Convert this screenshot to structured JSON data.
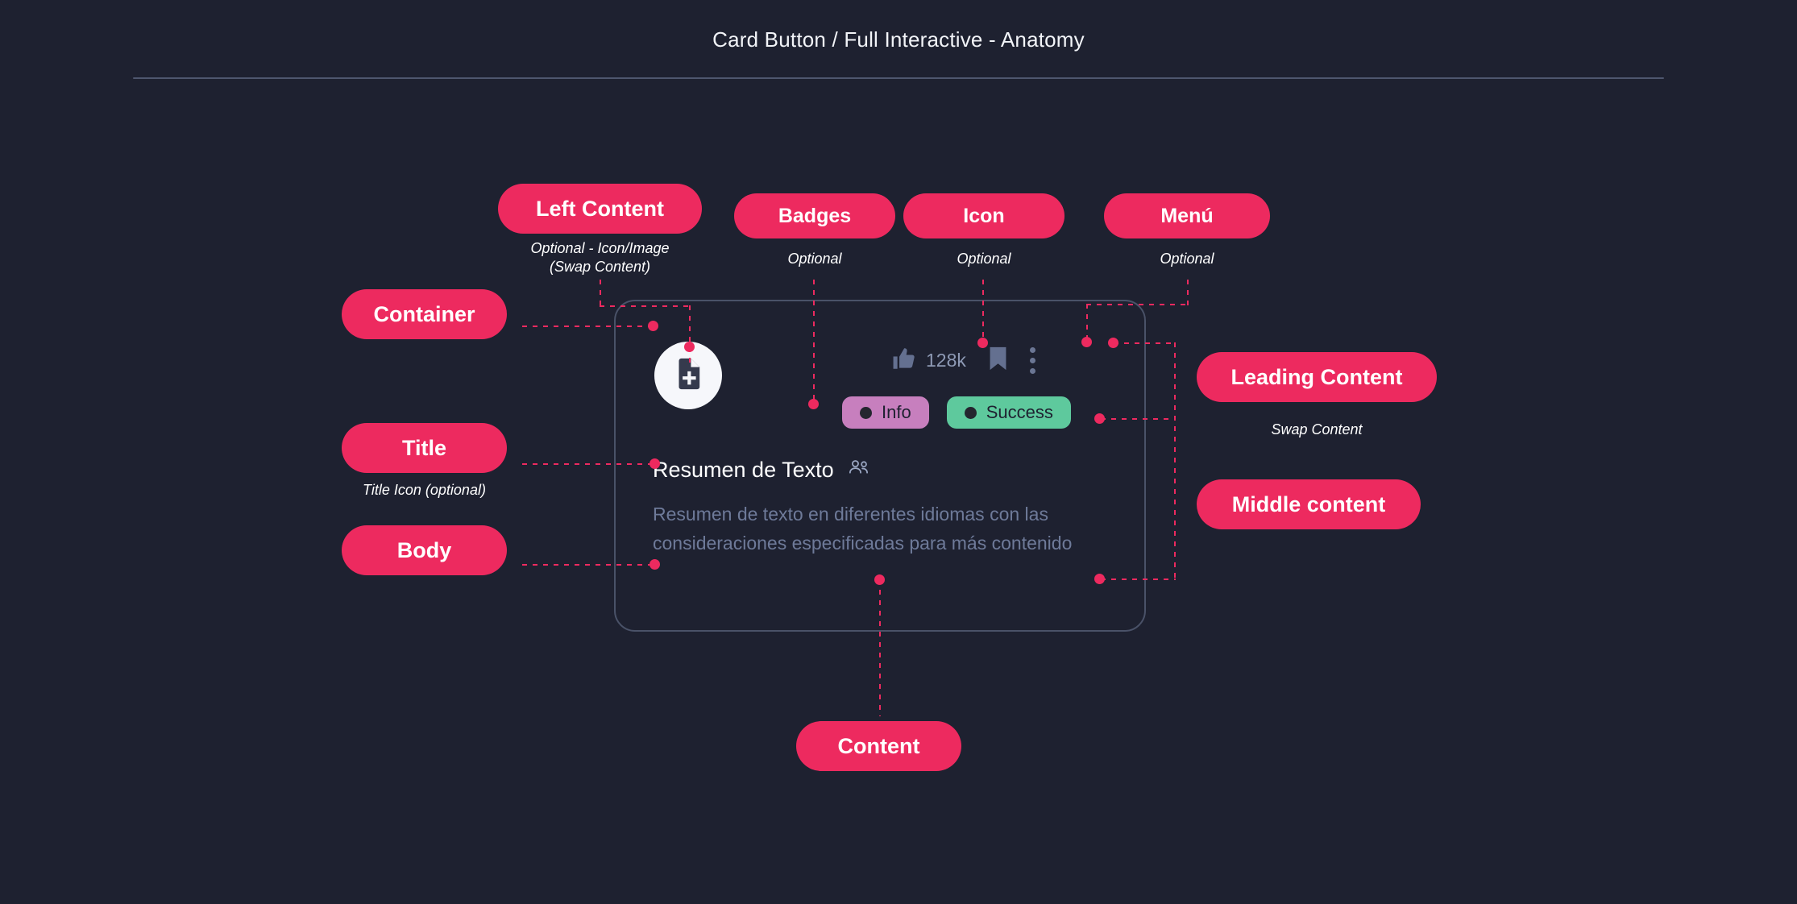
{
  "header": {
    "title": "Card Button / Full Interactive - Anatomy"
  },
  "theme": {
    "background": "#1e2130",
    "accent_pink": "#ed2a5f",
    "card_border": "#4a5268",
    "muted_text": "#6e7a99",
    "icon_slate": "#64709099",
    "badge_info_bg": "#c77fbe",
    "badge_success_bg": "#5ec99d",
    "divider": "#4e566e"
  },
  "annotations": {
    "left_content": {
      "label": "Left Content",
      "sub": "Optional - Icon/Image\n(Swap Content)"
    },
    "badges": {
      "label": "Badges",
      "sub": "Optional"
    },
    "icon": {
      "label": "Icon",
      "sub": "Optional"
    },
    "menu": {
      "label": "Menú",
      "sub": "Optional"
    },
    "container": {
      "label": "Container",
      "sub": ""
    },
    "title": {
      "label": "Title",
      "sub": "Title Icon (optional)"
    },
    "body": {
      "label": "Body",
      "sub": ""
    },
    "leading_content": {
      "label": "Leading Content",
      "sub": "Swap Content"
    },
    "middle_content": {
      "label": "Middle content",
      "sub": ""
    },
    "content": {
      "label": "Content",
      "sub": ""
    }
  },
  "card": {
    "avatar_icon": "document-add-icon",
    "actions": {
      "like_icon": "thumbs-up-icon",
      "like_count": "128k",
      "bookmark_icon": "bookmark-icon",
      "menu_icon": "more-vertical-icon"
    },
    "badges": [
      {
        "label": "Info",
        "bg": "#c77fbe"
      },
      {
        "label": "Success",
        "bg": "#5ec99d"
      }
    ],
    "title": "Resumen de Texto",
    "title_icon": "people-group-icon",
    "body": "Resumen de texto en diferentes idiomas con las consideraciones especificadas para más contenido"
  }
}
